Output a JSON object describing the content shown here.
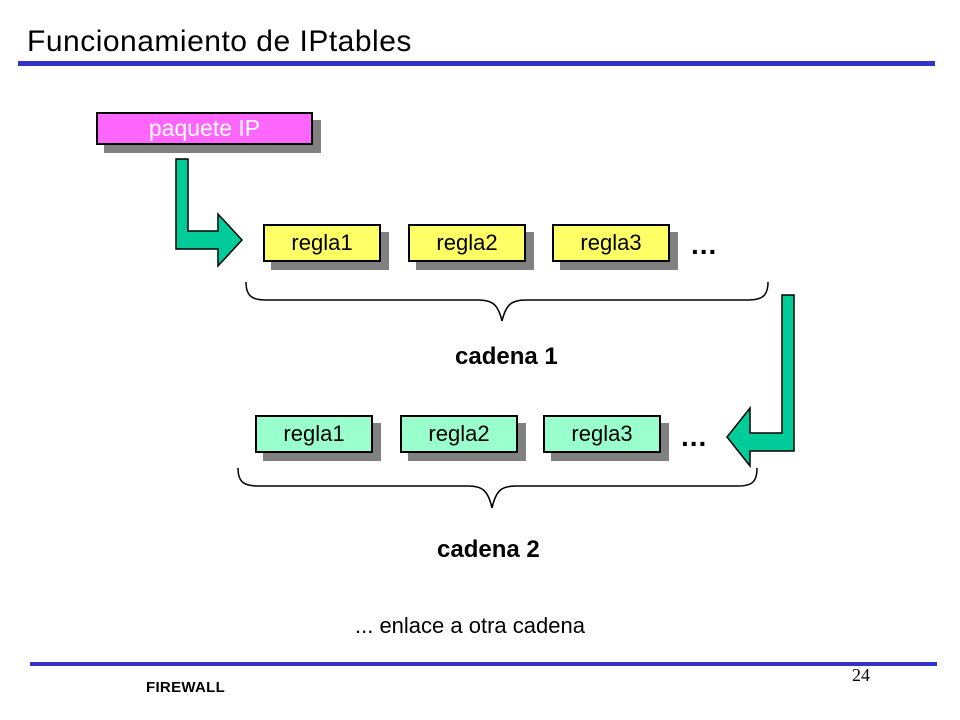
{
  "slide": {
    "title": "Funcionamiento de IPtables",
    "footer_label": "FIREWALL",
    "page_number": "24"
  },
  "diagram": {
    "packet_box": "paquete IP",
    "chain1": {
      "rules": [
        "regla1",
        "regla2",
        "regla3"
      ],
      "ellipsis": "...",
      "label": "cadena 1"
    },
    "chain2": {
      "rules": [
        "regla1",
        "regla2",
        "regla3"
      ],
      "ellipsis": "...",
      "label": "cadena 2"
    },
    "note": "... enlace a otra cadena"
  },
  "colors": {
    "packet_box_fill": "#FF66FF",
    "packet_box_text": "#FFFFFF",
    "chain1_box_fill": "#FFFF66",
    "chain2_box_fill": "#99FFCC",
    "arrow_fill": "#00CC99",
    "divider_blue": "#3333CC",
    "shadow_gray": "#808080",
    "outline": "#000000"
  }
}
